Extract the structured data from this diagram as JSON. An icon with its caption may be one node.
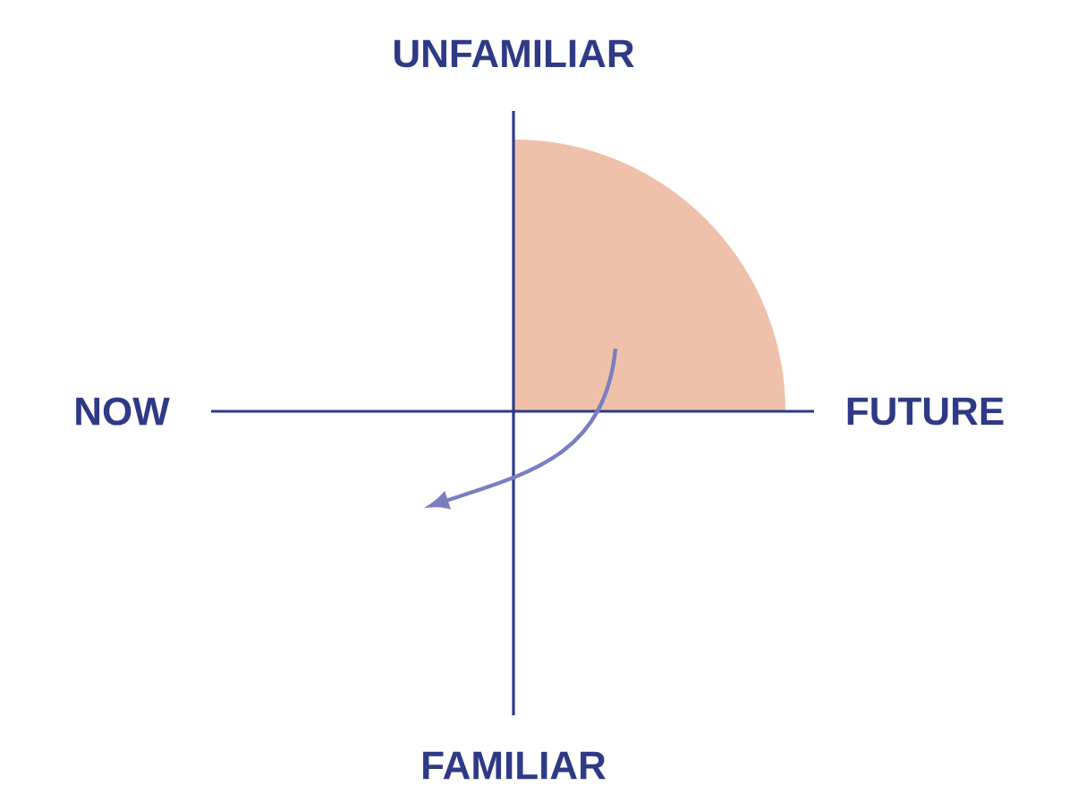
{
  "diagram": {
    "labels": [
      "UNFAMILIAR",
      "NOW",
      "FUTURE",
      "FAMILIAR"
    ]
  }
}
